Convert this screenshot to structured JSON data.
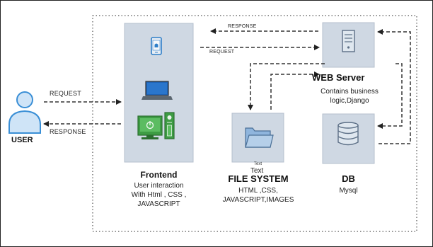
{
  "user": {
    "label": "USER"
  },
  "arrows": {
    "user_request": "REQUEST",
    "user_response": "RESPONSE",
    "server_response": "RESPONSE",
    "server_request": "REQUEST"
  },
  "frontend": {
    "title": "Frontend",
    "desc_line1": "User interaction",
    "desc_line2": "With Html , CSS ,",
    "desc_line3": "JAVASCRIPT"
  },
  "web_server": {
    "title": "WEB Server",
    "desc_line1": "Contains business",
    "desc_line2": "logic,Django"
  },
  "file_system": {
    "stray_text_1": "Text",
    "stray_text_2": "Text",
    "title": "FILE SYSTEM",
    "desc_line1": "HTML ,CSS,",
    "desc_line2": "JAVASCRIPT,IMAGES"
  },
  "db": {
    "title": "DB",
    "desc_line1": "Mysql"
  },
  "colors": {
    "box_fill": "#cfd8e3",
    "user_icon": "#3a8fd6",
    "computer_green": "#4caf50",
    "laptop_blue": "#1f63b4",
    "arrow": "#333333"
  }
}
